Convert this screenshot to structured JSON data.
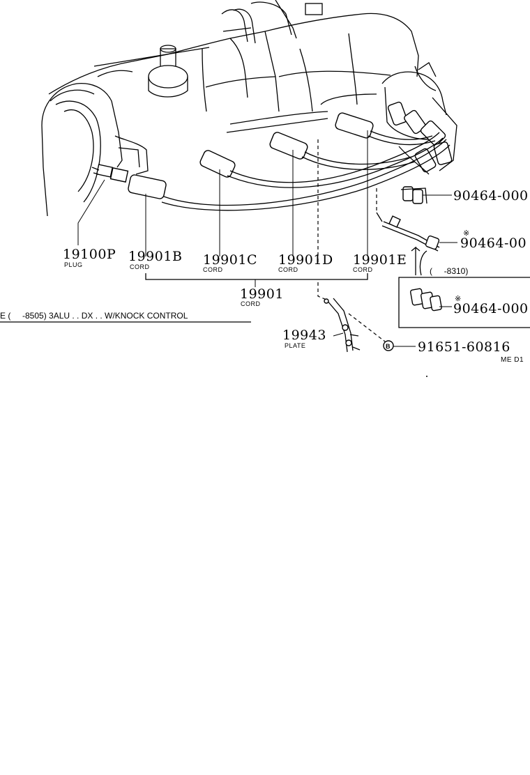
{
  "parts": {
    "plug": {
      "number": "19100P",
      "desc": "PLUG"
    },
    "cord_b": {
      "number": "19901B",
      "desc": "CORD"
    },
    "cord_c": {
      "number": "19901C",
      "desc": "CORD"
    },
    "cord_d": {
      "number": "19901D",
      "desc": "CORD"
    },
    "cord_e": {
      "number": "19901E",
      "desc": "CORD"
    },
    "cord_set": {
      "number": "19901",
      "desc": "CORD"
    },
    "plate": {
      "number": "19943",
      "desc": "PLATE"
    },
    "clamp_1": {
      "number": "90464-000"
    },
    "clamp_2": {
      "number": "90464-00",
      "mark": "※"
    },
    "clamp_3": {
      "number": "90464-000",
      "mark": "※"
    },
    "bolt": {
      "number": "91651-60816",
      "symbol": "B"
    }
  },
  "notes": {
    "applicability": "E (     -8505) 3ALU . . DX . . W/KNOCK CONTROL",
    "range": "(     -8310)",
    "drawing_code": "ME D1"
  }
}
